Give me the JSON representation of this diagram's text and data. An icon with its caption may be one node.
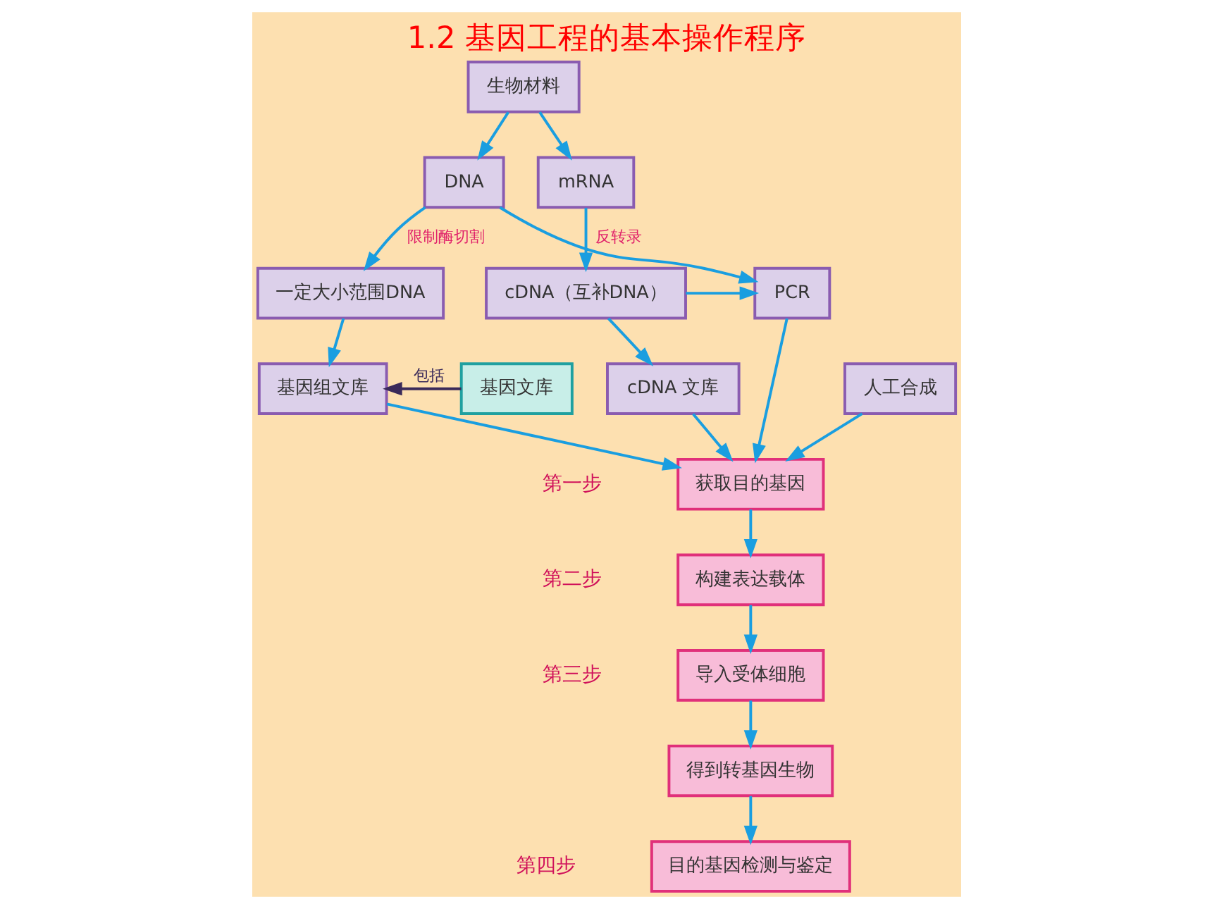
{
  "diagram": {
    "title": "1.2 基因工程的基本操作程序",
    "nodes": [
      {
        "text": [
          "生物材料"
        ]
      },
      {
        "text": [
          "DNA"
        ]
      },
      {
        "text": [
          "mRNA"
        ]
      },
      {
        "text": [
          "一定大小范围DNA"
        ]
      },
      {
        "text": [
          "PCR"
        ]
      },
      {
        "text": [
          "cDNA（互补DNA）"
        ]
      },
      {
        "text": [
          "基因文库"
        ]
      },
      {
        "text": [
          "基因组文库"
        ]
      },
      {
        "text": [
          "cDNA 文库"
        ]
      },
      {
        "text": [
          "人工合成"
        ]
      },
      {
        "text": [
          "获取目的基因"
        ],
        "beside": [
          "第一步"
        ]
      },
      {
        "text": [
          "构建表达载体"
        ],
        "beside": [
          "第二步"
        ]
      },
      {
        "text": [
          "导入受体细胞"
        ],
        "beside": [
          "第三步"
        ]
      },
      {
        "text": [
          "得到转基因生物"
        ]
      },
      {
        "text": [
          "目的基因检测与鉴定"
        ],
        "beside": [
          "第四步"
        ]
      }
    ],
    "edges": [
      {
        "from": 0,
        "to": 1,
        "arrow": "to"
      },
      {
        "from": 0,
        "to": 2,
        "arrow": "to"
      },
      {
        "from": 1,
        "to": 3,
        "arrow": "to",
        "label": "限制酶切割"
      },
      {
        "from": 1,
        "to": 4,
        "arrow": "to"
      },
      {
        "from": 2,
        "to": 5,
        "arrow": "to",
        "label": "反转录"
      },
      {
        "from": 5,
        "to": 4,
        "arrow": "to"
      },
      {
        "from": 5,
        "to": 8,
        "arrow": "to"
      },
      {
        "from": 3,
        "to": 7,
        "arrow": "to"
      },
      {
        "from": 6,
        "to": 7,
        "arrow": "to",
        "label": "包括",
        "color": "#3a2a5a"
      },
      {
        "from": 7,
        "to": 10,
        "arrow": "to"
      },
      {
        "from": 4,
        "to": 10,
        "arrow": "to"
      },
      {
        "from": 8,
        "to": 10,
        "arrow": "to"
      },
      {
        "from": 9,
        "to": 10,
        "arrow": "to"
      },
      {
        "from": 10,
        "to": 11,
        "arrow": "to"
      },
      {
        "from": 11,
        "to": 12,
        "arrow": "to"
      },
      {
        "from": 12,
        "to": 13,
        "arrow": "to"
      },
      {
        "from": 13,
        "to": 14,
        "arrow": "to"
      }
    ]
  }
}
